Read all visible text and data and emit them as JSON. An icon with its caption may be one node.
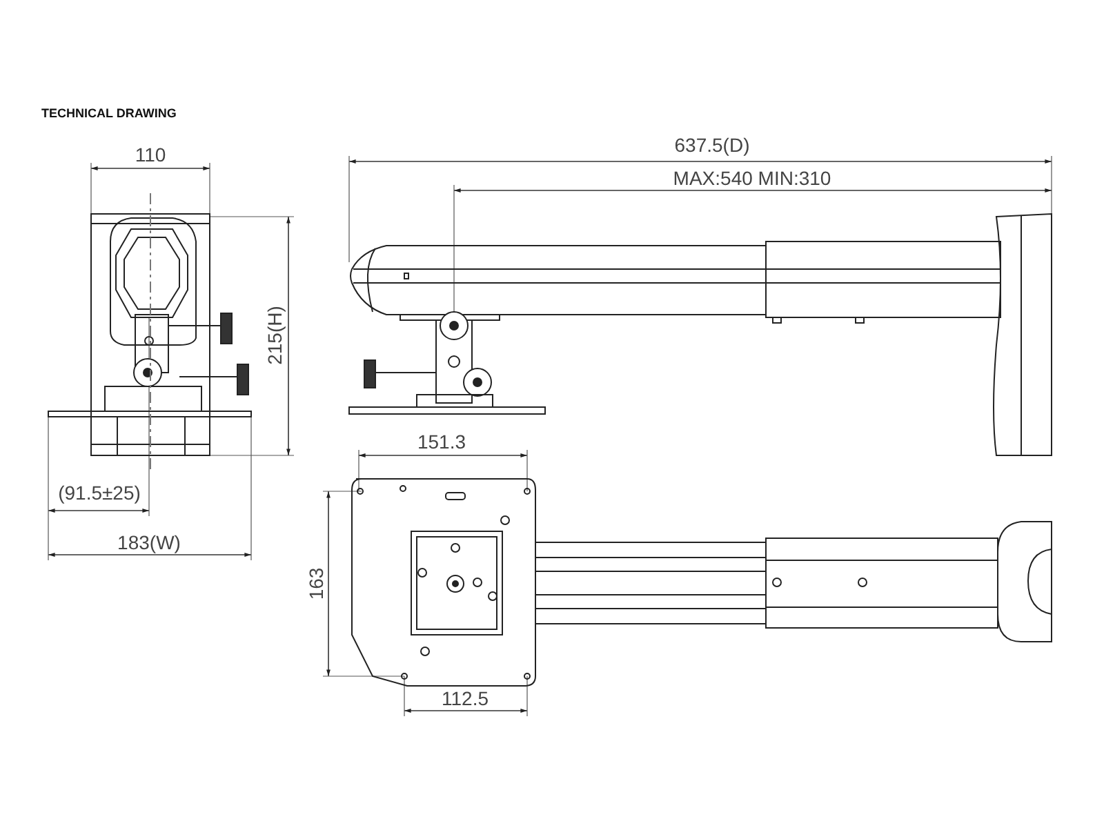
{
  "diagram": {
    "title": "TECHNICAL DRAWING",
    "labels": [
      "110",
      "637.5(D)",
      "MAX:540 MIN:310",
      "215(H)",
      "151.3",
      "163",
      "(91.5±25)",
      "183(W)",
      "112.5"
    ]
  }
}
